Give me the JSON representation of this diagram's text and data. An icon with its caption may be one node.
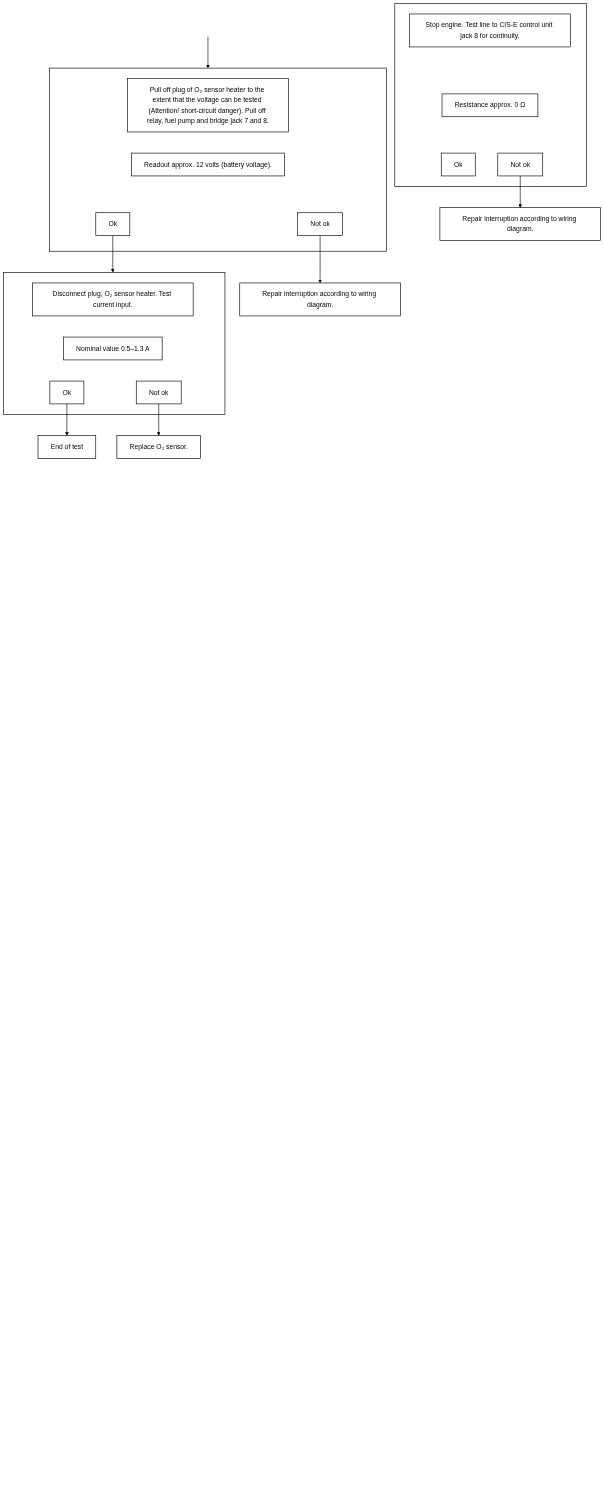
{
  "diagram": {
    "nodes": [
      {
        "text": [],
        "shape": "box"
      },
      {
        "text": [
          "Stop engine. Test line to CIS-E control unit jack 8 for continuity."
        ],
        "in": 0
      },
      {
        "text": [
          "Resistance approx. 0 Ω"
        ],
        "in": 0
      },
      {
        "text": [
          "Ok"
        ],
        "in": 0
      },
      {
        "text": [
          "Not ok"
        ],
        "in": 0
      },
      {
        "text": [
          "Repair interruption according to wiring diagram."
        ]
      },
      {
        "text": [],
        "shape": "box"
      },
      {
        "text": [
          "Pull off plug of O₂ sensor heater to the extent that the voltage can be tested (Attention! short-circuit danger). Pull off relay, fuel pump and bridge jack 7 and 8."
        ],
        "in": 6
      },
      {
        "text": [
          "Readout approx. 12 volts (battery voltage)."
        ],
        "in": 6
      },
      {
        "text": [
          "Ok"
        ],
        "in": 6
      },
      {
        "text": [
          "Not ok"
        ],
        "in": 6
      },
      {
        "text": [
          "Repair interruption according to wiring diagram."
        ]
      },
      {
        "text": [],
        "shape": "box"
      },
      {
        "text": [
          "Disconnect plug, O₂ sensor heater. Test current input."
        ],
        "in": 12
      },
      {
        "text": [
          "Nominal value 0.5–1.3 A"
        ],
        "in": 12
      },
      {
        "text": [
          "Ok"
        ],
        "in": 12
      },
      {
        "text": [
          "Not ok"
        ],
        "in": 12
      },
      {
        "text": [
          "Replace O₂ sensor."
        ]
      },
      {
        "text": [
          "End of test"
        ]
      }
    ],
    "edges": [
      {
        "from": 4,
        "to": 5,
        "arrow": "to"
      },
      {
        "from": null,
        "to": 6,
        "arrow": "to"
      },
      {
        "from": 10,
        "to": 11,
        "arrow": "to"
      },
      {
        "from": 9,
        "to": 12,
        "arrow": "to"
      },
      {
        "from": 16,
        "to": 17,
        "arrow": "to"
      },
      {
        "from": 15,
        "to": 18,
        "arrow": "to"
      }
    ]
  }
}
